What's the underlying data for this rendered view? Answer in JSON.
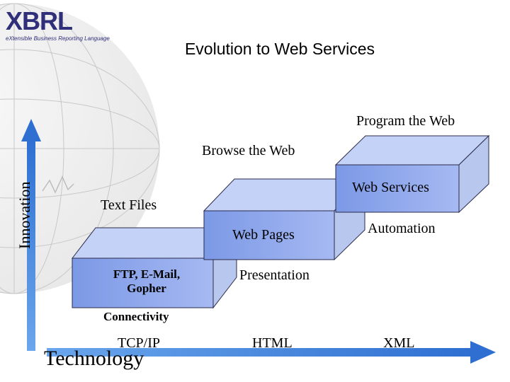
{
  "logo": {
    "wordmark": "XBRL",
    "tagline": "eXtensible Business Reporting Language"
  },
  "title": "Evolution to Web Services",
  "axes": {
    "vertical_label": "Innovation",
    "horizontal_label": "Technology"
  },
  "colors": {
    "block_front": "#7c99e6",
    "block_front_light": "#a6b9f2",
    "block_top": "#c4d2f8",
    "block_side": "#b8c7ee",
    "arrow": "#4d8fe0",
    "outline": "#2a2a4a"
  },
  "stages": [
    {
      "level_label": "Text Files",
      "front_label": "FTP, E-Mail, Gopher",
      "category_label": "Connectivity",
      "technology_label": "TCP/IP"
    },
    {
      "level_label": "Browse the Web",
      "front_label": "Web Pages",
      "category_label": "Presentation",
      "technology_label": "HTML"
    },
    {
      "level_label": "Program the Web",
      "front_label": "Web Services",
      "category_label": "Automation",
      "technology_label": "XML"
    }
  ]
}
